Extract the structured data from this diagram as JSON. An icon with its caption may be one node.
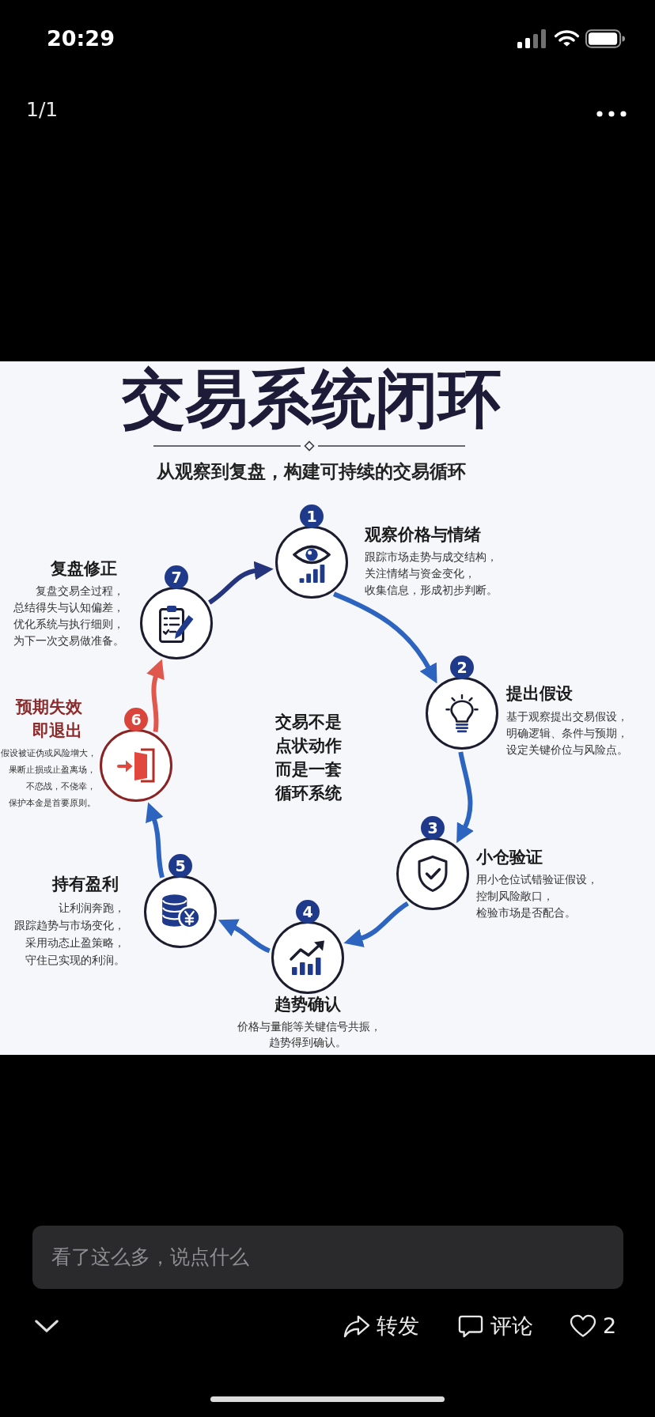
{
  "diagram": {
    "title": "交易系统闭环",
    "nodes": [
      {
        "text": [
          "1",
          "观察价格与情绪",
          "跟踪市场走势与成交结构，关注情绪与资金变化，收集信息，形成初步判断。"
        ]
      },
      {
        "text": [
          "2",
          "提出假设",
          "基于观察提出交易假设，明确逻辑、条件与预期，设定关键价位与风险点。"
        ]
      },
      {
        "text": [
          "3",
          "小仓验证",
          "用小仓位试错验证假设，控制风险敞口，检验市场是否配合。"
        ]
      },
      {
        "text": [
          "4",
          "趋势确认",
          "价格与量能等关键信号共振，趋势得到确认。"
        ]
      },
      {
        "text": [
          "5",
          "持有盈利",
          "让利润奔跑，跟踪趋势与市场变化，采用动态止盈策略，守住已实现的利润。"
        ]
      },
      {
        "text": [
          "预期失效即退出",
          "6",
          "假设被证伪或风险增大，果断止损或止盈离场，不恋战，不侥幸，保护本金是首要原则。"
        ]
      },
      {
        "text": [
          "复盘修正",
          "7",
          "复盘交易全过程，总结得失与认知偏差，优化系统与执行细则，为下一次交易做准备。"
        ]
      }
    ],
    "edges": [
      {
        "from": 0,
        "to": 1,
        "arrow": "to"
      },
      {
        "from": 1,
        "to": 2,
        "arrow": "to"
      },
      {
        "from": 2,
        "to": 3,
        "arrow": "to"
      },
      {
        "from": 3,
        "to": 4,
        "arrow": "to"
      },
      {
        "from": 4,
        "to": 5,
        "arrow": "to"
      },
      {
        "from": 5,
        "to": 6,
        "arrow": "to",
        "color": "#e0574d"
      },
      {
        "from": 6,
        "to": 0,
        "arrow": "to",
        "color": "#25357d"
      }
    ],
    "labels": [
      "20:29",
      "1/1",
      "从观察到复盘，构建可持续的交易循环",
      "交易不是点状动作而是一套循环系统",
      "看了这么多，说点什么",
      "转发",
      "评论",
      "2"
    ]
  }
}
